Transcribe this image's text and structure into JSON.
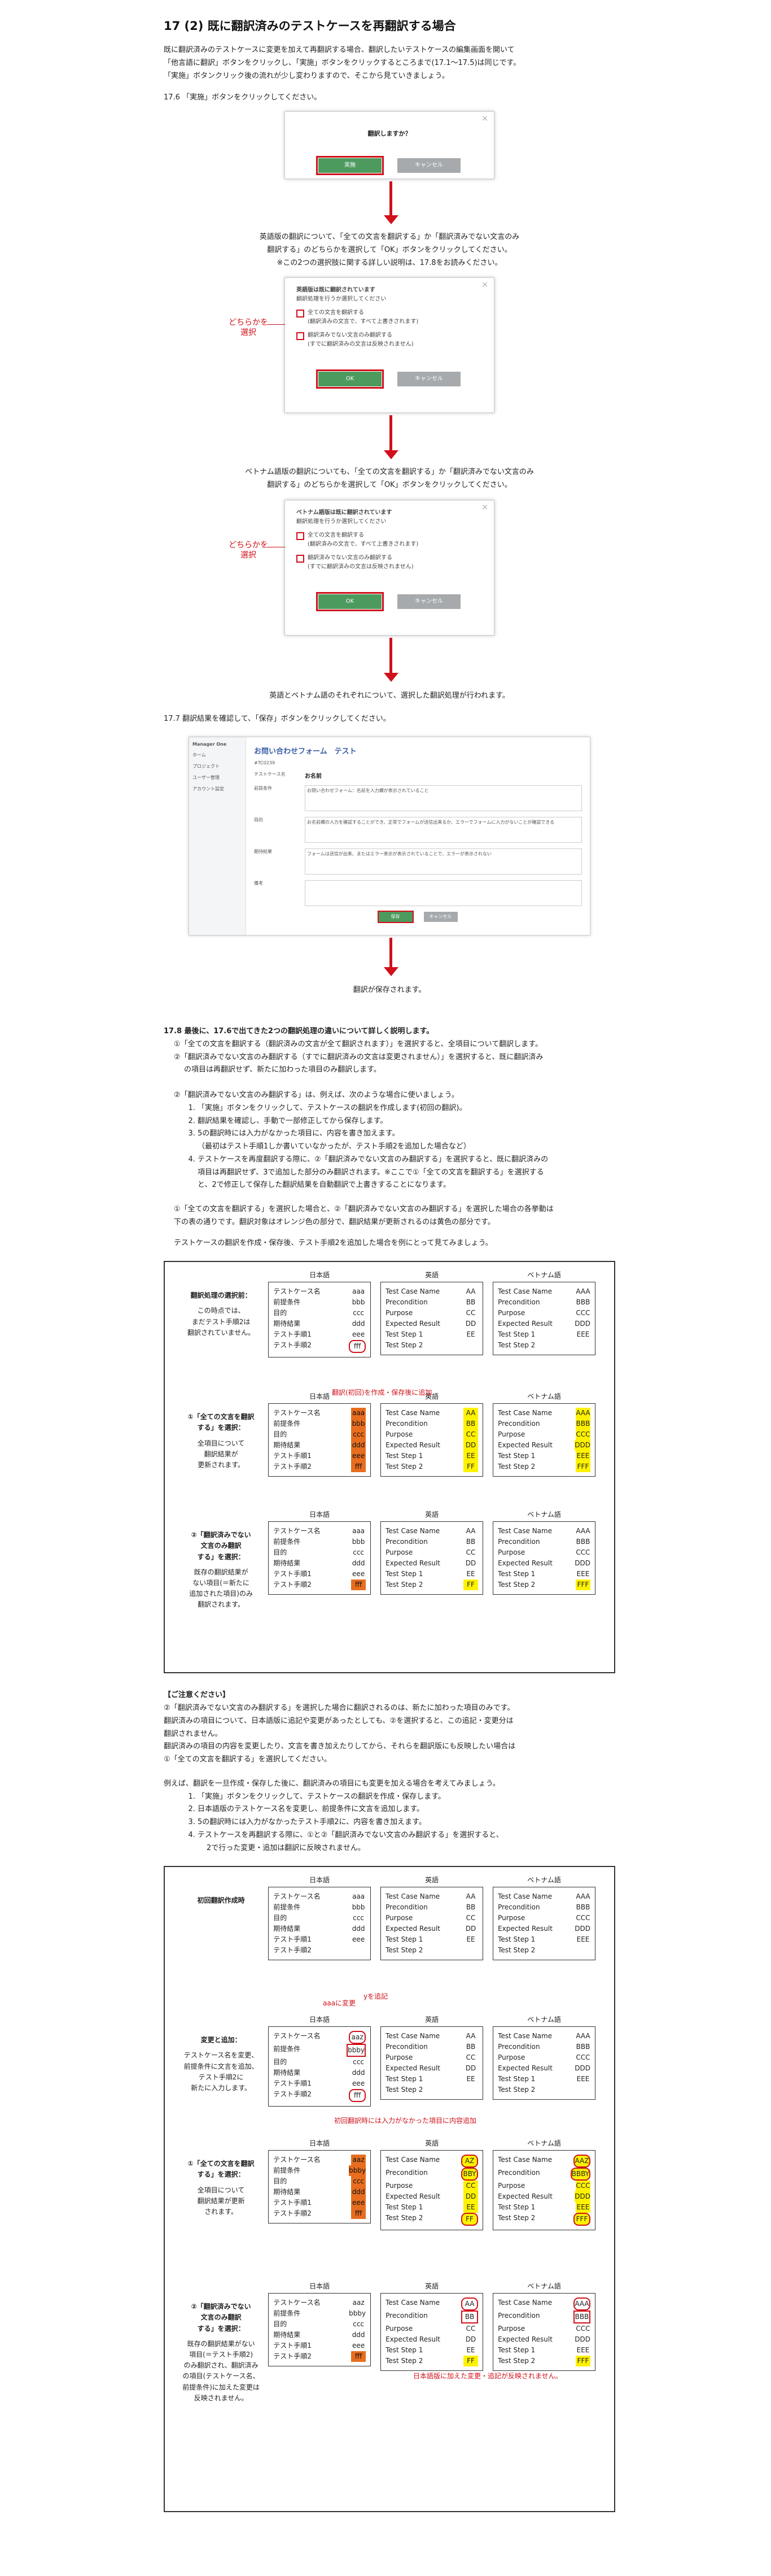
{
  "title": "17 (2) 既に翻訳済みのテストケースを再翻訳する場合",
  "intro": [
    "既に翻訳済みのテストケースに変更を加えて再翻訳する場合、翻訳したいテストケースの編集画面を開いて",
    "「他言語に翻訳」ボタンをクリックし、「実施」ボタンをクリックするところまで(17.1〜17.5)は同じです。",
    "「実施」ボタンクリック後の流れが少し変わりますので、そこから見ていきましょう。"
  ],
  "step176": "17.6 「実施」ボタンをクリックしてください。",
  "dialog1": {
    "title": "翻訳しますか？",
    "ok": "実施",
    "cancel": "キャンセル",
    "close": "×"
  },
  "text_en": [
    "英語版の翻訳について、「全ての文言を翻訳する」か「翻訳済みでない文言のみ",
    "翻訳する」のどちらかを選択して「OK」ボタンをクリックしてください。",
    "※この2つの選択肢に関する詳しい説明は、17.8をお読みください。"
  ],
  "dialog2": {
    "head1": "英語版は既に翻訳されています",
    "head2": "翻訳処理を行うか選択してください",
    "opt1a": "全ての文言を翻訳する",
    "opt1b": "(翻訳済みの文言で、すべて上書きされます)",
    "opt2a": "翻訳済みでない文言のみ翻訳する",
    "opt2b": "(すでに翻訳済みの文言は反映されません)",
    "ok": "OK",
    "cancel": "キャンセル",
    "either": "どちらかを\n選択",
    "close": "×"
  },
  "text_vi": [
    "ベトナム語版の翻訳についても、「全ての文言を翻訳する」か「翻訳済みでない文言のみ",
    "翻訳する」のどちらかを選択して「OK」ボタンをクリックしてください。"
  ],
  "dialog3": {
    "head1": "ベトナム語版は既に翻訳されています",
    "head2": "翻訳処理を行うか選択してください",
    "opt1a": "全ての文言を翻訳する",
    "opt1b": "(翻訳済みの文言で、すべて上書きされます)",
    "opt2a": "翻訳済みでない文言のみ翻訳する",
    "opt2b": "(すでに翻訳済みの文言は反映されません)",
    "ok": "OK",
    "cancel": "キャンセル",
    "either": "どちらかを\n選択",
    "close": "×"
  },
  "text_done": "英語とベトナム語のそれぞれについて、選択した翻訳処理が行われます。",
  "step177": "17.7 翻訳結果を確認して、「保存」ボタンをクリックしてください。",
  "app": {
    "brand": "Manager One",
    "side": [
      "ホーム",
      "プロジェクト",
      "ユーザー管理",
      "アカウント設定"
    ],
    "header": "お問い合わせフォーム　テスト",
    "case_id": "#TC0239",
    "fields": [
      {
        "label": "テストケース名",
        "value": "お名前"
      },
      {
        "label": "前提条件",
        "value": "お問い合わせフォーム：名前を入力欄が表示されていること"
      },
      {
        "label": "目的",
        "value": "お名前欄の入力を確認することができ、正常でフォームが送信出来るか、エラーでフォームに入力がないことが確認できる"
      },
      {
        "label": "期待結果",
        "value": "フォームは送信が出来、またはエラー表示が表示されていることで、エラーが表示されない"
      },
      {
        "label": "備考",
        "value": ""
      }
    ],
    "save": "保存",
    "cancel": "キャンセル"
  },
  "text_saved": "翻訳が保存されます。",
  "s178": [
    "17.8 最後に、17.6で出てきた2つの翻訳処理の違いについて詳しく説明します。",
    "①「全ての文言を翻訳する（翻訳済みの文言が全て翻訳されます）」を選択すると、全項目について翻訳します。",
    "②「翻訳済みでない文言のみ翻訳する（すでに翻訳済みの文言は変更されません）」を選択すると、既に翻訳済み",
    "の項目は再翻訳せず、新たに加わった項目のみ翻訳します。"
  ],
  "s178b_lead": "②「翻訳済みでない文言のみ翻訳する」は、例えば、次のような場合に使いましょう。",
  "s178b_list": [
    "「実施」ボタンをクリックして、テストケースの翻訳を作成します(初回の翻訳)。",
    "翻訳結果を確認し、手動で一部修正してから保存します。",
    "5の翻訳時には入力がなかった項目に、内容を書き加えます。",
    "テストケースを再度翻訳する際に、②「翻訳済みでない文言のみ翻訳する」を選択すると、既に翻訳済みの"
  ],
  "s178b_sub": "（最初はテスト手順1しか書いていなかったが、テスト手順2を追加した場合など）",
  "s178b_cont": [
    "項目は再翻訳せず、3で追加した部分のみ翻訳されます。※ここで①「全ての文言を翻訳する」を選択する",
    "と、2で修正して保存した翻訳結果を自動翻訳で上書きすることになります。"
  ],
  "compare_lead": [
    "①「全ての文言を翻訳する」を選択した場合と、②「翻訳済みでない文言のみ翻訳する」を選択した場合の各挙動は",
    "下の表の通りです。翻訳対象はオレンジ色の部分で、翻訳結果が更新されるのは黄色の部分です。"
  ],
  "compare_lead2": "テストケースの翻訳を作成・保存後、テスト手順2を追加した場合を例にとって見てみましょう。",
  "col_heads": [
    "日本語",
    "英語",
    "ベトナム語"
  ],
  "ja_keys": [
    "テストケース名",
    "前提条件",
    "目的",
    "期待結果",
    "テスト手順1",
    "テスト手順2"
  ],
  "en_keys": [
    "Test Case Name",
    "Precondition",
    "Purpose",
    "Expected Result",
    "Test Step 1",
    "Test Step 2"
  ],
  "table1": {
    "rows": [
      {
        "label_b": "翻訳処理の選択前：",
        "label": "この時点では、\nまだテスト手順2は\n翻訳されていません。",
        "ja": [
          "aaa",
          "bbb",
          "ccc",
          "ddd",
          "eee",
          "fff"
        ],
        "en": [
          "AA",
          "BB",
          "CC",
          "DD",
          "EE",
          ""
        ],
        "vi": [
          "AAA",
          "BBB",
          "CCC",
          "DDD",
          "EEE",
          ""
        ],
        "ja_hl": [
          "",
          "",
          "",
          "",
          "",
          "circ"
        ],
        "en_hl": [
          "",
          "",
          "",
          "",
          "",
          ""
        ],
        "vi_hl": [
          "",
          "",
          "",
          "",
          "",
          ""
        ]
      },
      {
        "label_b": "①「全ての文言を翻訳\nする」を選択：",
        "label": "全項目について\n翻訳結果が\n更新されます。",
        "ja": [
          "aaa",
          "bbb",
          "ccc",
          "ddd",
          "eee",
          "fff"
        ],
        "en": [
          "AA",
          "BB",
          "CC",
          "DD",
          "EE",
          "FF"
        ],
        "vi": [
          "AAA",
          "BBB",
          "CCC",
          "DDD",
          "EEE",
          "FFF"
        ],
        "ja_hl": [
          "or",
          "or",
          "or",
          "or",
          "or",
          "or"
        ],
        "en_hl": [
          "ye",
          "ye",
          "ye",
          "ye",
          "ye",
          "ye"
        ],
        "vi_hl": [
          "ye",
          "ye",
          "ye",
          "ye",
          "ye",
          "ye"
        ]
      },
      {
        "label_b": "②「翻訳済みでない\n文言のみ翻訳\nする」を選択：",
        "label": "既存の翻訳結果が\nない項目(＝新たに\n追加された項目)のみ\n翻訳されます。",
        "ja": [
          "aaa",
          "bbb",
          "ccc",
          "ddd",
          "eee",
          "fff"
        ],
        "en": [
          "AA",
          "BB",
          "CC",
          "DD",
          "EE",
          "FF"
        ],
        "vi": [
          "AAA",
          "BBB",
          "CCC",
          "DDD",
          "EEE",
          "FFF"
        ],
        "ja_hl": [
          "",
          "",
          "",
          "",
          "",
          "or"
        ],
        "en_hl": [
          "",
          "",
          "",
          "",
          "",
          "ye"
        ],
        "vi_hl": [
          "",
          "",
          "",
          "",
          "",
          "ye"
        ]
      }
    ],
    "anno1": "翻訳(初回)を作成・保存後に追加"
  },
  "note": {
    "title": "【ご注意ください】",
    "lines": [
      "②「翻訳済みでない文言のみ翻訳する」を選択した場合に翻訳されるのは、新たに加わった項目のみです。",
      "翻訳済みの項目について、日本語版に追記や変更があったとしても、②を選択すると、この追記・変更分は",
      "翻訳されません。",
      "翻訳済みの項目の内容を変更したり、文言を書き加えたりしてから、それらを翻訳版にも反映したい場合は",
      "①「全ての文言を翻訳する」を選択してください。"
    ],
    "lead": "例えば、翻訳を一旦作成・保存した後に、翻訳済みの項目にも変更を加える場合を考えてみましょう。",
    "list": [
      "「実施」ボタンをクリックして、テストケースの翻訳を作成・保存します。",
      "日本語版のテストケース名を変更し、前提条件に文言を追加します。",
      "5の翻訳時には入力がなかったテスト手順2に、内容を書き加えます。",
      "テストケースを再翻訳する際に、①と②「翻訳済みでない文言のみ翻訳する」を選択すると、"
    ],
    "list_cont": "2で行った変更・追加は翻訳に反映されません。"
  },
  "table2": {
    "rows": [
      {
        "label_b": "初回翻訳作成時",
        "label": "",
        "ja": [
          "aaa",
          "bbb",
          "ccc",
          "ddd",
          "eee",
          ""
        ],
        "en": [
          "AA",
          "BB",
          "CC",
          "DD",
          "EE",
          ""
        ],
        "vi": [
          "AAA",
          "BBB",
          "CCC",
          "DDD",
          "EEE",
          ""
        ],
        "ja_hl": [
          "",
          "",
          "",
          "",
          "",
          ""
        ],
        "en_hl": [
          "",
          "",
          "",
          "",
          "",
          ""
        ],
        "vi_hl": [
          "",
          "",
          "",
          "",
          "",
          ""
        ]
      },
      {
        "label_b": "変更と追加：",
        "label": "テストケース名を変更、\n前提条件に文言を追加、\nテスト手順2に\n新たに入力します。",
        "ja": [
          "aaz",
          "bbby",
          "ccc",
          "ddd",
          "eee",
          "fff"
        ],
        "en": [
          "AA",
          "BB",
          "CC",
          "DD",
          "EE",
          ""
        ],
        "vi": [
          "AAA",
          "BBB",
          "CCC",
          "DDD",
          "EEE",
          ""
        ],
        "ja_hl": [
          "circ",
          "sq",
          "",
          "",
          "",
          "circ"
        ],
        "en_hl": [
          "",
          "",
          "",
          "",
          "",
          ""
        ],
        "vi_hl": [
          "",
          "",
          "",
          "",
          "",
          ""
        ]
      },
      {
        "label_b": "①「全ての文言を翻訳\nする」を選択：",
        "label": "全項目について\n翻訳結果が更新\nされます。",
        "ja": [
          "aaz",
          "bbby",
          "ccc",
          "ddd",
          "eee",
          "fff"
        ],
        "en": [
          "AZ",
          "BBY",
          "CC",
          "DD",
          "EE",
          "FF"
        ],
        "vi": [
          "AAZ",
          "BBBY",
          "CCC",
          "DDD",
          "EEE",
          "FFF"
        ],
        "ja_hl": [
          "or",
          "or",
          "or",
          "or",
          "or",
          "or"
        ],
        "en_hl": [
          "ye circ",
          "ye circ",
          "ye",
          "ye",
          "ye",
          "ye circ"
        ],
        "vi_hl": [
          "ye circ",
          "ye circ",
          "ye",
          "ye",
          "ye",
          "ye circ"
        ]
      },
      {
        "label_b": "②「翻訳済みでない\n文言のみ翻訳\nする」を選択：",
        "label": "既存の翻訳結果がない\n項目(＝テスト手順2)\nのみ翻訳され、翻訳済み\nの項目(テストケース名、\n前提条件)に加えた変更は\n反映されません。",
        "ja": [
          "aaz",
          "bbby",
          "ccc",
          "ddd",
          "eee",
          "fff"
        ],
        "en": [
          "AA",
          "BB",
          "CC",
          "DD",
          "EE",
          "FF"
        ],
        "vi": [
          "AAA",
          "BBB",
          "CCC",
          "DDD",
          "EEE",
          "FFF"
        ],
        "ja_hl": [
          "",
          "",
          "",
          "",
          "",
          "or"
        ],
        "en_hl": [
          "circ",
          "sq",
          "",
          "",
          "",
          "ye"
        ],
        "vi_hl": [
          "circ",
          "sq",
          "",
          "",
          "",
          "ye"
        ]
      }
    ],
    "anno_a": "aaaに変更",
    "anno_b": "yを追記",
    "anno_c": "初回翻訳時には入力がなかった項目に内容追加",
    "anno_d": "日本語版に加えた変更・追記が反映されません。"
  }
}
